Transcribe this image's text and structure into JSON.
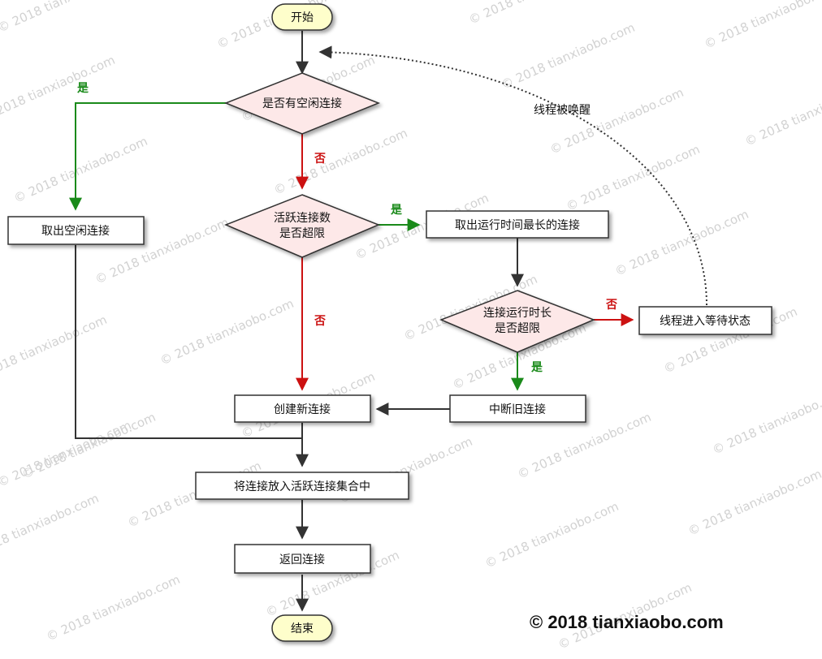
{
  "nodes": {
    "start": "开始",
    "has_idle": "是否有空闲连接",
    "take_idle": "取出空闲连接",
    "active_limit_1": "活跃连接数",
    "active_limit_2": "是否超限",
    "take_longest": "取出运行时间最长的连接",
    "run_limit_1": "连接运行时长",
    "run_limit_2": "是否超限",
    "wait": "线程进入等待状态",
    "interrupt": "中断旧连接",
    "create": "创建新连接",
    "put_active": "将连接放入活跃连接集合中",
    "return": "返回连接",
    "end": "结束"
  },
  "edge_labels": {
    "yes": "是",
    "no": "否",
    "woken": "线程被唤醒"
  },
  "watermark": "© 2018 tianxiaobo.com",
  "copyright": "© 2018 tianxiaobo.com",
  "colors": {
    "yes_edge": "#1a8a1a",
    "no_edge": "#cc1111",
    "default_edge": "#333333",
    "terminal_fill": "#fefecb",
    "decision_fill": "#fde8e8",
    "process_fill": "#ffffff"
  }
}
